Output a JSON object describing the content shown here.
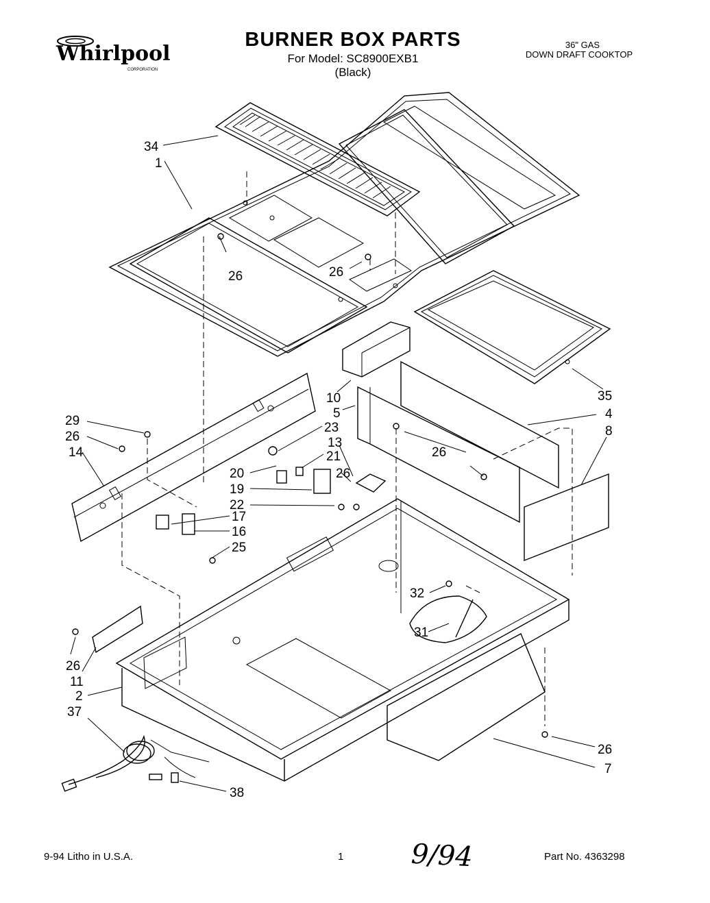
{
  "header": {
    "brand": "Whirlpool",
    "brand_sub": "CORPORATION",
    "title": "BURNER BOX PARTS",
    "model": "For Model: SC8900EXB1",
    "color": "(Black)",
    "appliance_line1": "36\" GAS",
    "appliance_line2": "DOWN DRAFT COOKTOP"
  },
  "callouts": [
    "34",
    "1",
    "26",
    "26",
    "35",
    "10",
    "5",
    "4",
    "8",
    "29",
    "26",
    "23",
    "13",
    "14",
    "21",
    "26",
    "26",
    "20",
    "19",
    "22",
    "17",
    "16",
    "25",
    "32",
    "31",
    "26",
    "11",
    "2",
    "37",
    "26",
    "7",
    "38"
  ],
  "footer": {
    "litho": "9-94  Litho in U.S.A.",
    "page": "1",
    "handwritten_date": "9/94",
    "part_no": "Part No. 4363298"
  }
}
